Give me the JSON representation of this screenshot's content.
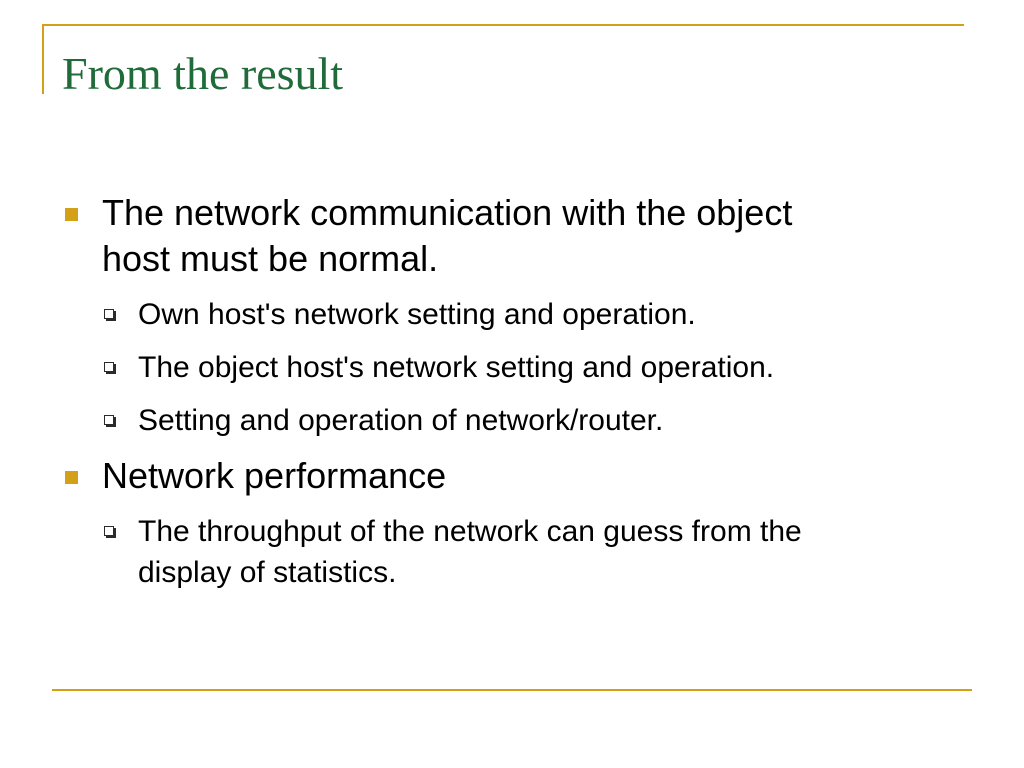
{
  "slide": {
    "title": "From the result",
    "colors": {
      "accent": "#d4a017",
      "title": "#1f6b3a",
      "text": "#000000"
    },
    "bullets": [
      {
        "text": "The network communication with the object host must be normal.",
        "line1": "The network communication with the object",
        "line2": "host must be normal.",
        "sub": [
          "Own host's network setting and operation.",
          "The object host's network setting and operation.",
          "Setting and operation of network/router."
        ]
      },
      {
        "text": "Network performance",
        "sub_line1": "The throughput of the network can guess from the",
        "sub_line2": "display of statistics."
      }
    ]
  }
}
